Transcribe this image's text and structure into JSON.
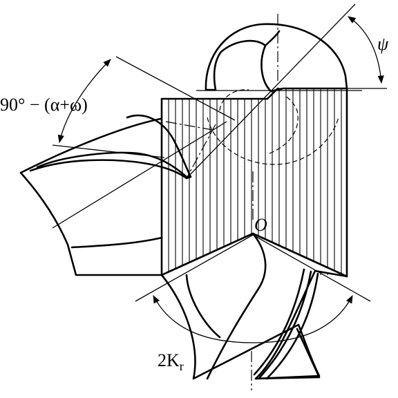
{
  "figure": {
    "labels": {
      "top_angle": "90° − (α+ω)",
      "right_angle": "ψ",
      "origin": "O",
      "bottom_angle_coef": "2K",
      "bottom_angle_sub": "r"
    }
  }
}
